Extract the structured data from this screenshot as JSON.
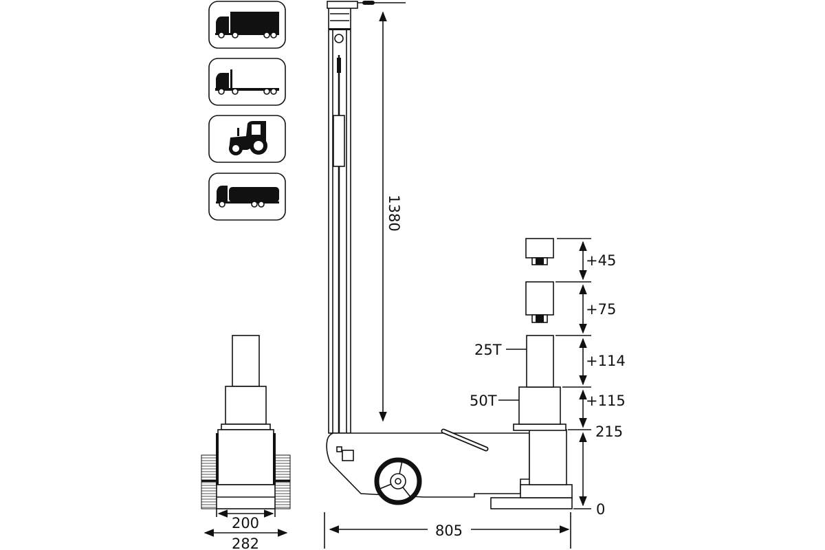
{
  "icons": [
    "box-truck-icon",
    "flatbed-truck-icon",
    "tractor-icon",
    "tanker-truck-icon"
  ],
  "dimensions": {
    "handle_height": "1380",
    "adapter_small": "+45",
    "adapter_large": "+75",
    "stage_25t": "+114",
    "stage_50t": "+115",
    "min_height": "215",
    "ground": "0",
    "length": "805",
    "inner_width": "200",
    "outer_width": "282"
  },
  "labels": {
    "stage_25t": "25T",
    "stage_50t": "50T"
  },
  "colors": {
    "line": "#111111",
    "background": "#ffffff"
  }
}
